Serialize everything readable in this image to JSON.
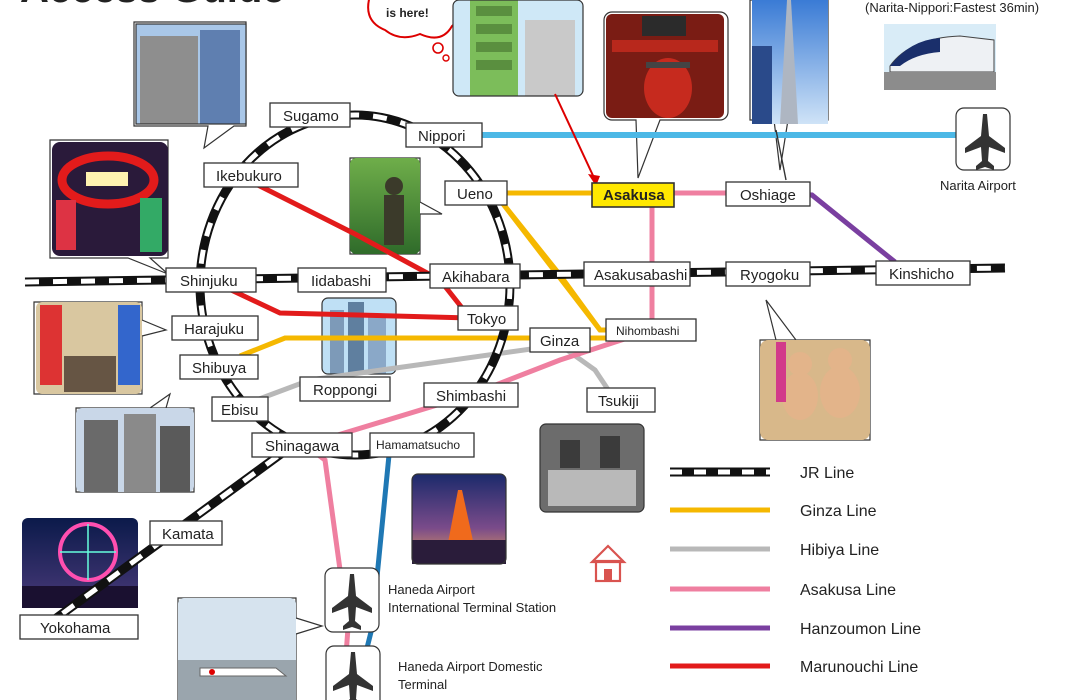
{
  "header": {
    "title_fragment": "Access Guide",
    "top_right_note": "(Narita-Nippori:Fastest 36min)",
    "speech_bubble": "is here!"
  },
  "stations": {
    "sugamo": "Sugamo",
    "nippori": "Nippori",
    "ikebukuro": "Ikebukuro",
    "ueno": "Ueno",
    "asakusa": "Asakusa",
    "oshiage": "Oshiage",
    "shinjuku": "Shinjuku",
    "iidabashi": "Iidabashi",
    "akihabara": "Akihabara",
    "asakusabashi": "Asakusabashi",
    "ryogoku": "Ryogoku",
    "kinshicho": "Kinshicho",
    "harajuku": "Harajuku",
    "tokyo": "Tokyo",
    "ginza": "Ginza",
    "nihombashi": "Nihombashi",
    "shibuya": "Shibuya",
    "roppongi": "Roppongi",
    "ebisu": "Ebisu",
    "shimbashi": "Shimbashi",
    "tsukiji": "Tsukiji",
    "shinagawa": "Shinagawa",
    "hamamatsucho": "Hamamatsucho",
    "kamata": "Kamata",
    "yokohama": "Yokohama"
  },
  "airports": {
    "narita": "Narita Airport",
    "haneda_intl_line1": "Haneda Airport",
    "haneda_intl_line2": "International Terminal Station",
    "haneda_dom_line1": "Haneda Airport Domestic",
    "haneda_dom_line2": "Terminal"
  },
  "legend": {
    "items": [
      {
        "label": "JR Line",
        "color": "#111111",
        "style": "jr"
      },
      {
        "label": "Ginza Line",
        "color": "#f5b800"
      },
      {
        "label": "Hibiya Line",
        "color": "#b8b8b8"
      },
      {
        "label": "Asakusa Line",
        "color": "#ef7fa0"
      },
      {
        "label": "Hanzoumon Line",
        "color": "#7a3fa0"
      },
      {
        "label": "Marunouchi Line",
        "color": "#e21b1b"
      }
    ]
  },
  "colors": {
    "jr": "#111111",
    "ginza": "#f5b800",
    "hibiya": "#b8b8b8",
    "asakusa": "#ef7fa0",
    "hanzoumon": "#7a3fa0",
    "marunouchi": "#e21b1b",
    "skyliner": "#4cb8e6",
    "monorail": "#1f78b4",
    "highlight": "#ffe800",
    "hotel_icon": "#d9534f"
  },
  "icons": [
    "airplane-icon",
    "hotel-house-icon"
  ]
}
